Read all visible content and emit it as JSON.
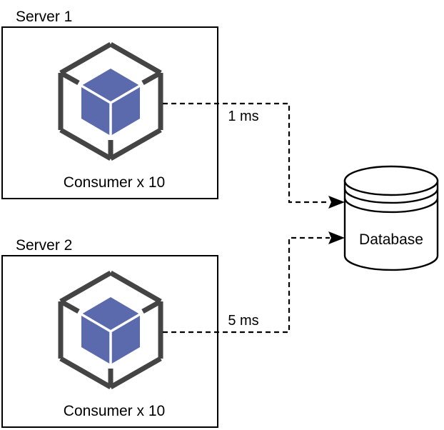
{
  "diagram": {
    "type": "architecture-flow",
    "background_color": "#ffffff",
    "servers": [
      {
        "title": "Server 1",
        "component_label": "Consumer x 10",
        "icon": "cube-icon",
        "latency_label": "1 ms"
      },
      {
        "title": "Server 2",
        "component_label": "Consumer x 10",
        "icon": "cube-icon",
        "latency_label": "5 ms"
      }
    ],
    "datastore": {
      "label": "Database",
      "icon": "database-cylinder-icon"
    },
    "colors": {
      "cube_fill": "#5b6aad",
      "cube_outline": "#444444",
      "box_border": "#000000",
      "connector": "#000000",
      "text": "#000000"
    },
    "connectors": [
      {
        "from": "Server 1",
        "to": "Database",
        "label": "1 ms",
        "style": "dashed",
        "arrow": "end"
      },
      {
        "from": "Server 2",
        "to": "Database",
        "label": "5 ms",
        "style": "dashed",
        "arrow": "end"
      }
    ]
  }
}
